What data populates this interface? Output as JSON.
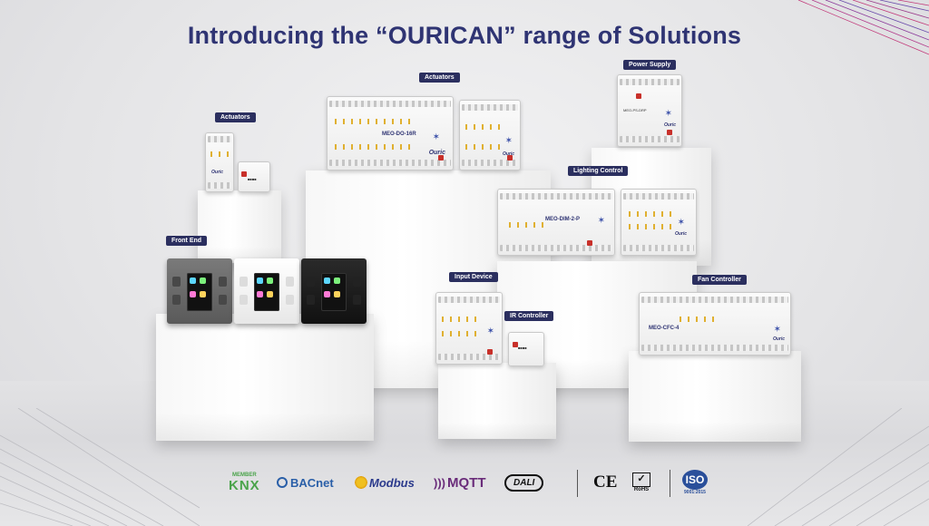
{
  "title": "Introducing the “OURICAN” range of Solutions",
  "labels": {
    "actuators_small": "Actuators",
    "actuators_large": "Actuators",
    "power_supply": "Power Supply",
    "lighting_control": "Lighting Control",
    "front_end": "Front End",
    "input_device": "Input Device",
    "ir_controller": "IR Controller",
    "fan_controller": "Fan Controller"
  },
  "devices": {
    "brand": "Ouric",
    "actuator_model": "MEO-DO-16R",
    "lighting_model": "MEO-DIM-2-P",
    "fan_model": "MEO-CFC-4",
    "power_model": "MEO-PS-DRP"
  },
  "logos": {
    "knx_member": "MEMBER",
    "knx": "KNX",
    "bacnet": "BACnet",
    "modbus": "Modbus",
    "mqtt": "MQTT",
    "dali": "DALI",
    "ce": "CE",
    "rohs": "RoHS",
    "iso": "ISO",
    "iso_sub": "9001:2015"
  },
  "colors": {
    "title": "#2f3473",
    "label_bg": "#2b2f5f",
    "knx": "#4aa34a",
    "bacnet": "#2a5fa8",
    "modbus": "#2b3a8c",
    "mqtt": "#6a2c7a",
    "iso": "#2a4f9a"
  }
}
